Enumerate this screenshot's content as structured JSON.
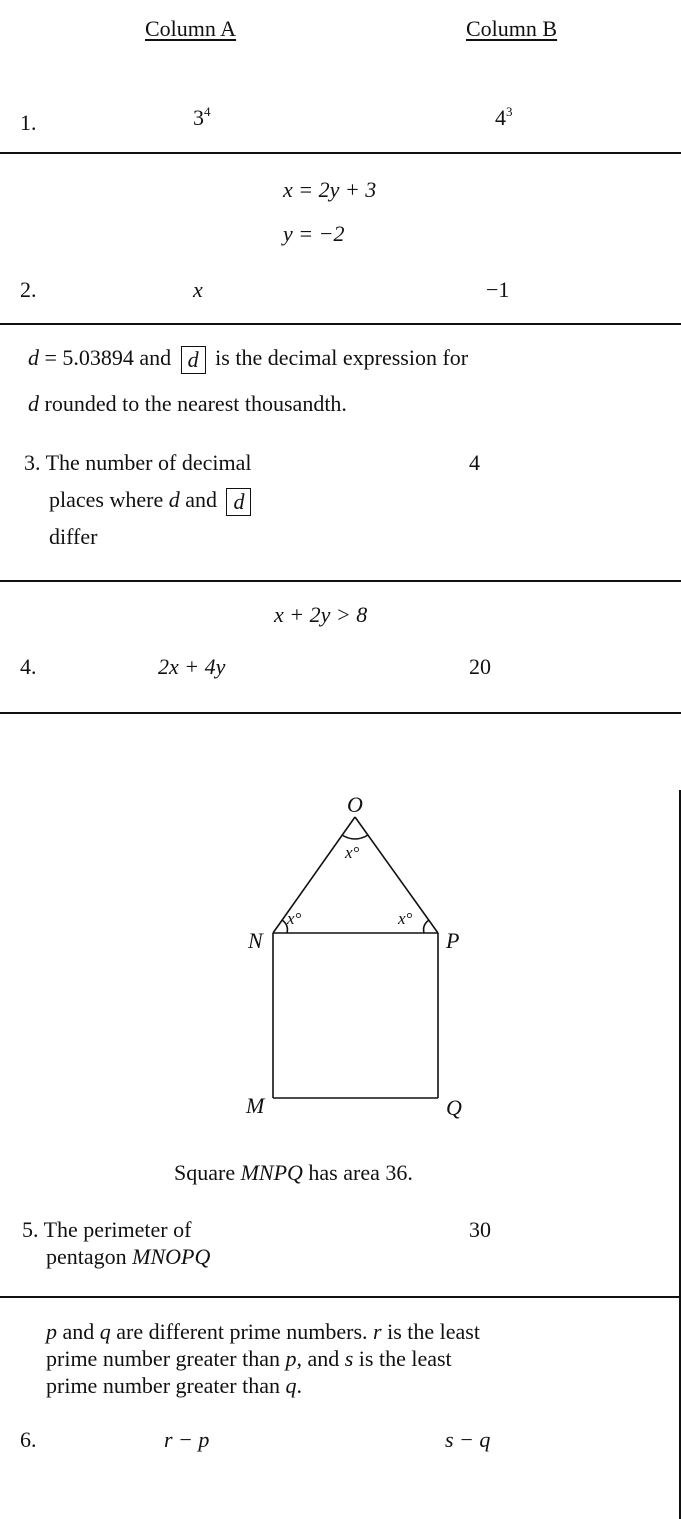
{
  "header": {
    "col_a": "Column A",
    "col_b": "Column B"
  },
  "q1": {
    "num": "1.",
    "a_base": "3",
    "a_exp": "4",
    "b_base": "4",
    "b_exp": "3"
  },
  "q2": {
    "given1": "x = 2y + 3",
    "given2": "y = −2",
    "num": "2.",
    "a": "x",
    "b": "−1"
  },
  "q3": {
    "given_d": "d",
    "given_value": " = 5.03894 and ",
    "given_box": "d",
    "given_rest": " is the decimal expression for",
    "given_line2_d": "d",
    "given_line2_rest": " rounded to the nearest thousandth.",
    "a_line1": "3. The number of decimal",
    "a_line2_pre": "places where ",
    "a_line2_d": "d",
    "a_line2_and": " and ",
    "a_line2_box": "d",
    "a_line3": "differ",
    "b": "4"
  },
  "q4": {
    "given": "x + 2y > 8",
    "num": "4.",
    "a": "2x + 4y",
    "b": "20"
  },
  "q5": {
    "figure": {
      "labels": {
        "O": "O",
        "N": "N",
        "P": "P",
        "M": "M",
        "Q": "Q"
      },
      "angle_label": "x°"
    },
    "caption_pre": "Square ",
    "caption_name": "MNPQ",
    "caption_post": " has area 36.",
    "a_line1": "5. The perimeter of",
    "a_line2_pre": "pentagon ",
    "a_line2_name": "MNOPQ",
    "b": "30"
  },
  "q6": {
    "given_line1_p": "p",
    "given_line1_and": " and ",
    "given_line1_q": "q",
    "given_line1_mid": " are different prime numbers. ",
    "given_line1_r": "r",
    "given_line1_end": " is the least",
    "given_line2_pre": "prime number greater than ",
    "given_line2_p": "p",
    "given_line2_and": ", and ",
    "given_line2_s": "s",
    "given_line2_end": " is the least",
    "given_line3_pre": "prime number greater than ",
    "given_line3_q": "q",
    "given_line3_end": ".",
    "num": "6.",
    "a": "r − p",
    "b": "s − q"
  },
  "colors": {
    "ink": "#111111",
    "background": "#ffffff"
  }
}
